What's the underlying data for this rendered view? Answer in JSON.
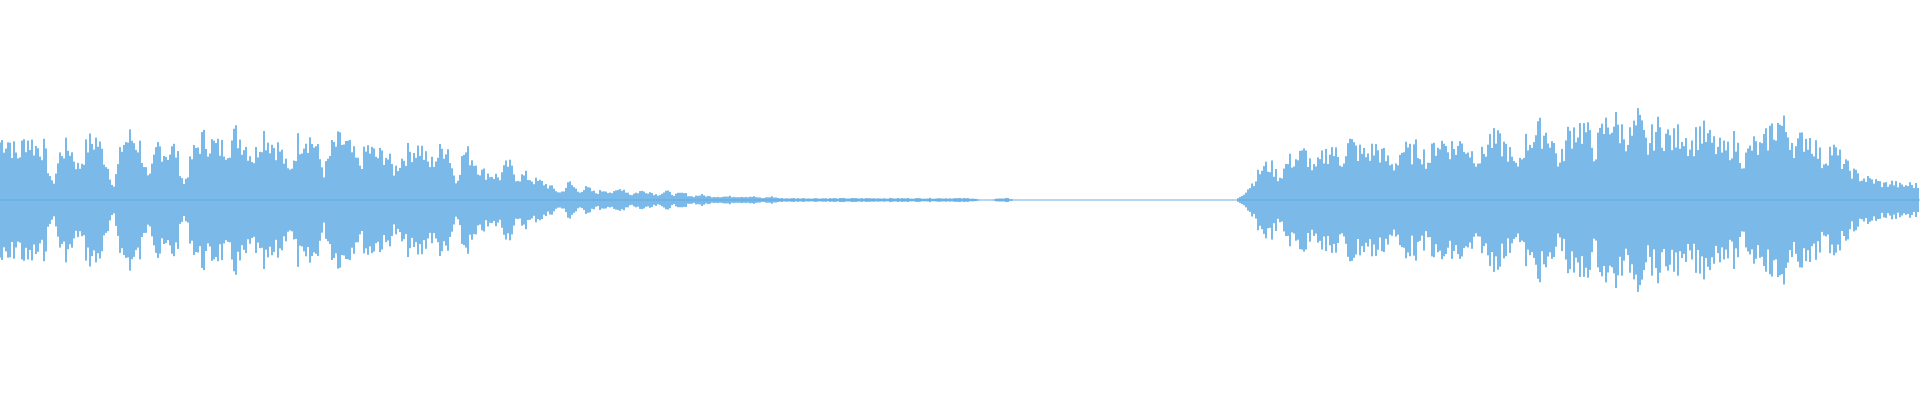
{
  "waveform": {
    "color": "#5aa9e2",
    "background": "#ffffff",
    "has_silence_gap": true,
    "envelope": [
      0.34,
      0.35,
      0.25,
      0.36,
      0.31,
      0.3,
      0.08,
      0.29,
      0.3,
      0.18,
      0.32,
      0.35,
      0.24,
      0.08,
      0.33,
      0.36,
      0.31,
      0.1,
      0.32,
      0.27,
      0.3,
      0.09,
      0.26,
      0.35,
      0.33,
      0.3,
      0.31,
      0.38,
      0.32,
      0.24,
      0.39,
      0.33,
      0.29,
      0.15,
      0.33,
      0.37,
      0.32,
      0.16,
      0.31,
      0.34,
      0.29,
      0.2,
      0.3,
      0.25,
      0.27,
      0.17,
      0.25,
      0.29,
      0.3,
      0.2,
      0.26,
      0.33,
      0.1,
      0.28,
      0.24,
      0.16,
      0.15,
      0.13,
      0.21,
      0.13,
      0.14,
      0.11,
      0.1,
      0.07,
      0.04,
      0.1,
      0.05,
      0.07,
      0.04,
      0.06,
      0.04,
      0.07,
      0.03,
      0.05,
      0.05,
      0.03,
      0.05,
      0.03,
      0.04,
      0.02,
      0.03,
      0.02,
      0.02,
      0.02,
      0.02,
      0.02,
      0.02,
      0.01,
      0.02,
      0.01,
      0.01,
      0.01,
      0.01,
      0.01,
      0.01,
      0.01,
      0.01,
      0.01,
      0.01,
      0.01,
      0.01,
      0.01,
      0.01,
      0.01,
      0.01,
      0.01,
      0.01,
      0.01,
      0.01,
      0.01,
      0.01,
      0.01,
      0.0,
      0.0,
      0.01,
      0.01,
      0.0,
      0.0,
      0.0,
      0.0,
      0.0,
      0.0,
      0.0,
      0.0,
      0.0,
      0.0,
      0.0,
      0.0,
      0.0,
      0.0,
      0.0,
      0.0,
      0.0,
      0.0,
      0.0,
      0.0,
      0.0,
      0.0,
      0.0,
      0.0,
      0.0,
      0.0,
      0.04,
      0.1,
      0.18,
      0.2,
      0.13,
      0.22,
      0.24,
      0.27,
      0.17,
      0.25,
      0.3,
      0.22,
      0.33,
      0.28,
      0.26,
      0.3,
      0.25,
      0.19,
      0.29,
      0.27,
      0.3,
      0.22,
      0.34,
      0.32,
      0.3,
      0.33,
      0.27,
      0.24,
      0.35,
      0.33,
      0.3,
      0.18,
      0.32,
      0.37,
      0.4,
      0.37,
      0.2,
      0.38,
      0.42,
      0.4,
      0.28,
      0.41,
      0.46,
      0.4,
      0.36,
      0.45,
      0.3,
      0.41,
      0.38,
      0.34,
      0.4,
      0.31,
      0.4,
      0.35,
      0.3,
      0.28,
      0.34,
      0.22,
      0.32,
      0.29,
      0.39,
      0.44,
      0.4,
      0.3,
      0.37,
      0.33,
      0.22,
      0.3,
      0.24,
      0.18,
      0.14,
      0.12,
      0.11,
      0.09,
      0.1,
      0.08,
      0.09,
      0.08
    ]
  }
}
